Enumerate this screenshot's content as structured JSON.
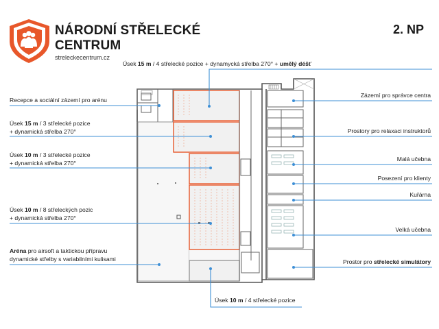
{
  "header": {
    "title_line1": "NÁRODNÍ STŘELECKÉ",
    "title_line2": "CENTRUM",
    "website": "streleckecentrum.cz",
    "floor": "2. NP"
  },
  "colors": {
    "brand_orange": "#e8572a",
    "callout_blue": "#3d8fd6",
    "wall": "#555555"
  },
  "labels": {
    "top_range_pre": "Úsek ",
    "top_range_dist": "15 m",
    "top_range_mid": " / 4 střelecké pozice + dynamycká střelba 270° + ",
    "top_range_bold": "umělý déšť",
    "reception": "Recepce a sociální zázemí pro arénu",
    "range2_pre": "Úsek ",
    "range2_dist": "15 m",
    "range2_rest": " / 3 střelecké pozice",
    "range2_line2": "+ dynamická střelba 270°",
    "range3_pre": "Úsek ",
    "range3_dist": "10 m",
    "range3_rest": " / 3 střelecké pozice",
    "range3_line2": "+ dynamická střelba 270°",
    "range4_pre": "Úsek ",
    "range4_dist": "10 m",
    "range4_rest": " / 8 střeleckých pozic",
    "range4_line2": "+ dynamická střelba 270°",
    "arena_bold": "Aréna",
    "arena_rest": " pro airsoft a taktickou přípravu",
    "arena_line2": "dynamické střelby s variabilními kulisami",
    "bottom_range_pre": "Úsek ",
    "bottom_range_dist": "10 m",
    "bottom_range_rest": " / 4 střelecké pozice",
    "staff": "Zázemí pro správce centra",
    "relax": "Prostory pro relaxaci instruktorů",
    "small_class": "Malá učebna",
    "lounge": "Posezení pro klienty",
    "kitchen": "Kuřárna",
    "big_class": "Velká učebna",
    "sim_pre": "Prostor pro ",
    "sim_bold": "střelecké simulátory"
  }
}
